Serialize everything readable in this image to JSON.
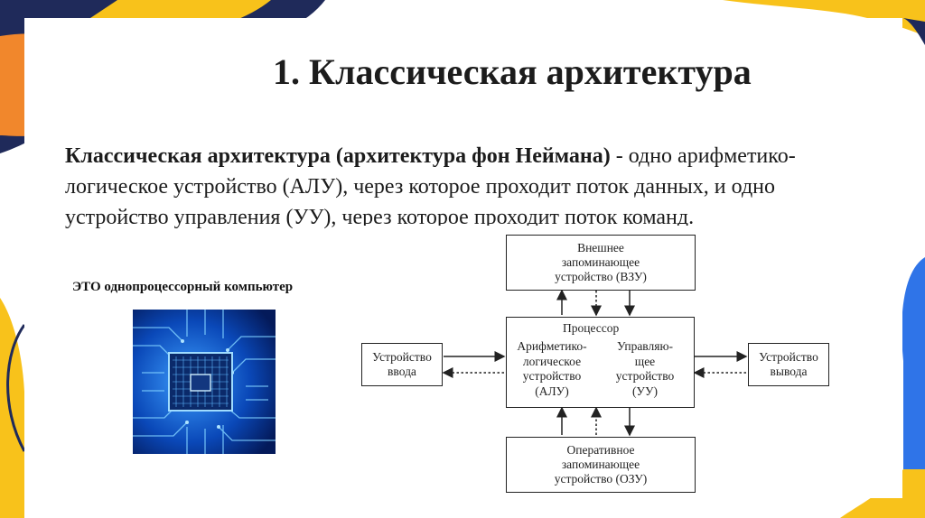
{
  "slide": {
    "title": "1. Классическая архитектура",
    "definition_bold": "Классическая архитектура (архитектура фон Неймана)",
    "definition_rest": " - одно арифметико-логическое устройство (АЛУ), через которое проходит поток данных, и одно устройство управления (УУ), через которое проходит поток команд.",
    "eto_label": "ЭТО однопроцессорный компьютер"
  },
  "diagram": {
    "vzu": "Внешнее\nзапоминающее\nустройство (ВЗУ)",
    "processor": "Процессор",
    "alu": "Арифметико-\nлогическое\nустройство\n(АЛУ)",
    "uu": "Управляю-\nщее\nустройство\n(УУ)",
    "input": "Устройство\nввода",
    "output": "Устройство\nвывода",
    "ozu": "Оперативное\nзапоминающее\nустройство (ОЗУ)"
  },
  "colors": {
    "navy": "#1f2a5a",
    "yellow": "#f8c21b",
    "orange": "#f1872c",
    "blue": "#2f74e8",
    "chip_blue": "#1560d8"
  }
}
